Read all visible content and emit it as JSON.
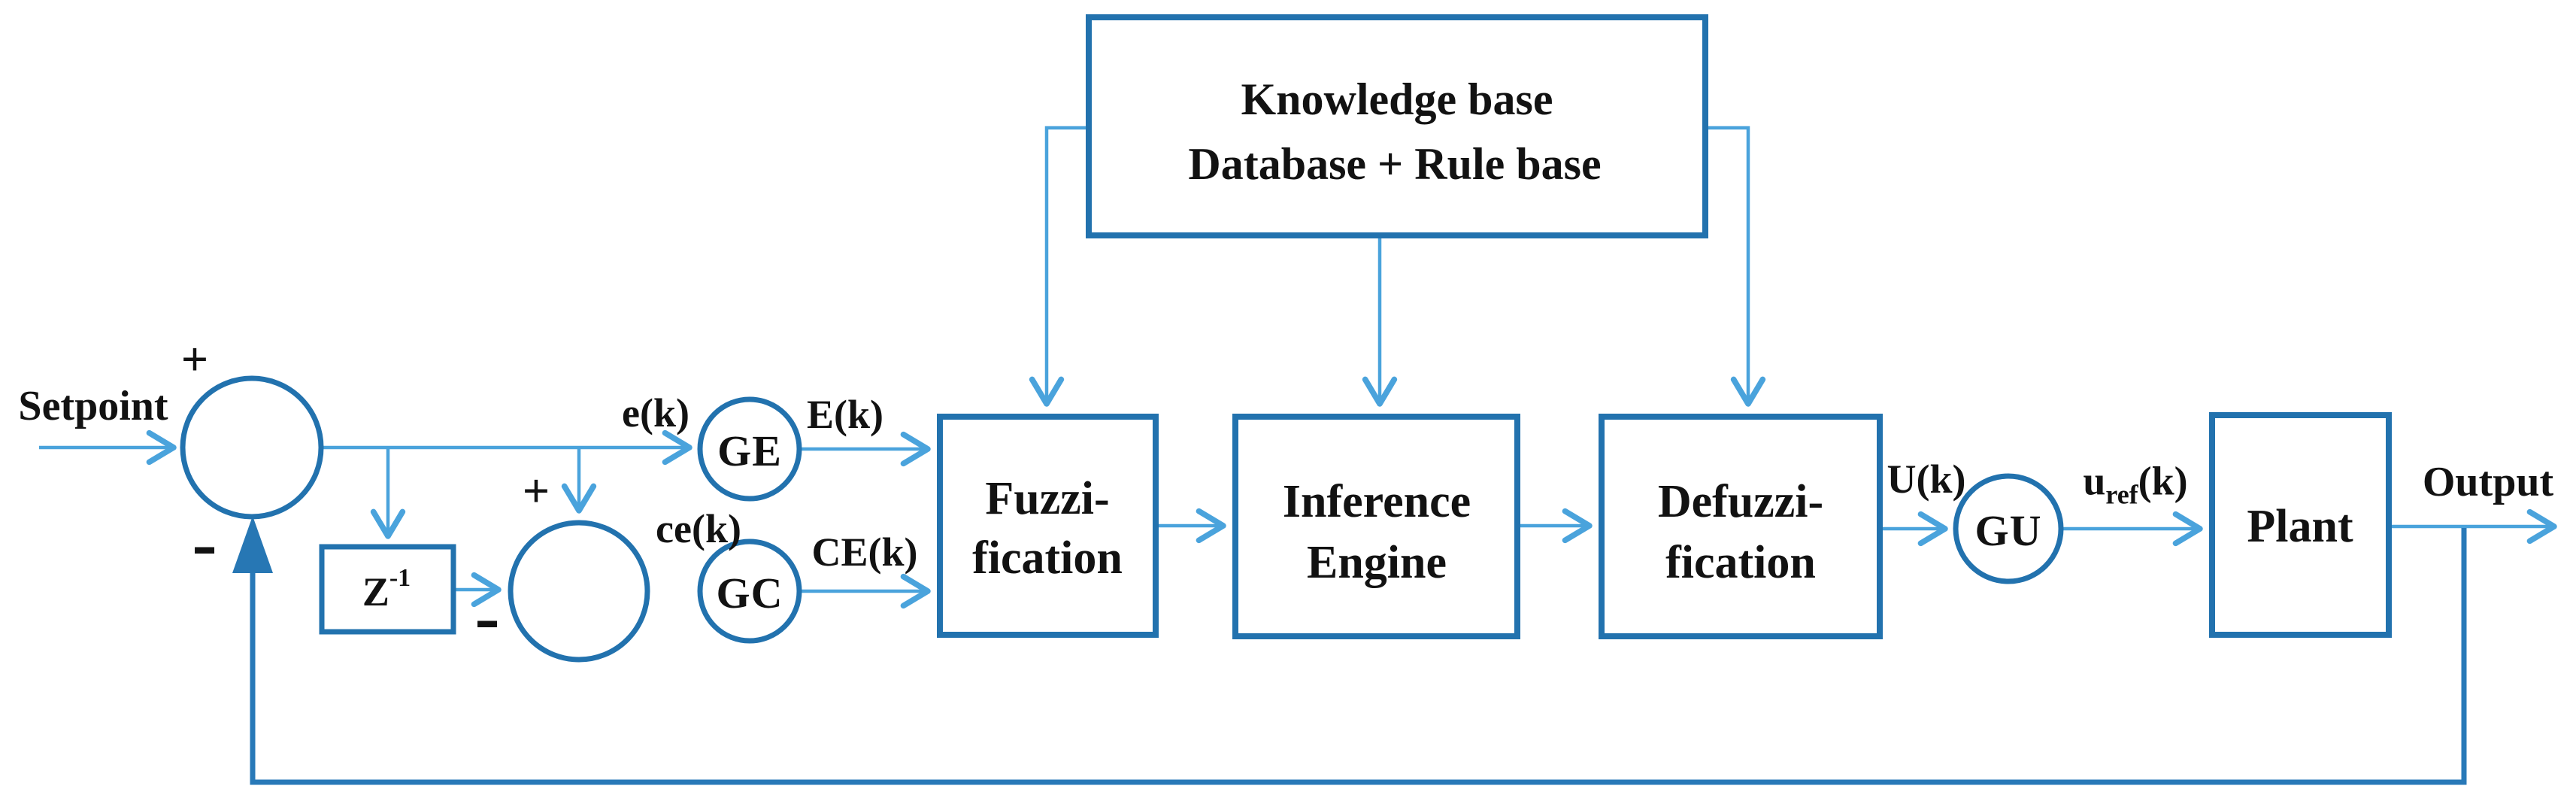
{
  "figure": {
    "type": "fuzzy-logic-controller-block-diagram",
    "colors": {
      "shape_stroke": "#2272AE",
      "connector": "#4AA3DC",
      "feedback": "#2879B8",
      "text": "#121212",
      "background": "#ffffff"
    },
    "blocks": {
      "knowledge_base": {
        "line1": "Knowledge base",
        "line2": "Database + Rule base"
      },
      "fuzzification": {
        "line1": "Fuzzi-",
        "line2": "fication"
      },
      "inference_engine": {
        "line1": "Inference",
        "line2": "Engine"
      },
      "defuzzification": {
        "line1": "Defuzzi-",
        "line2": "fication"
      },
      "plant": {
        "label": "Plant"
      },
      "delay": {
        "base": "Z",
        "sup": "-1"
      }
    },
    "gains": {
      "ge": "GE",
      "gc": "GC",
      "gu": "GU"
    },
    "signals": {
      "setpoint": "Setpoint",
      "e_k": "e(k)",
      "E_k": "E(k)",
      "ce_k": "ce(k)",
      "CE_k": "CE(k)",
      "U_k": "U(k)",
      "u_ref": {
        "base": "u",
        "sub": "ref",
        "suffix": "(k)"
      },
      "output": "Output"
    },
    "summing": {
      "junction1": {
        "plus": "+",
        "minus": "-"
      },
      "junction2": {
        "plus": "+",
        "minus": "-"
      }
    }
  }
}
